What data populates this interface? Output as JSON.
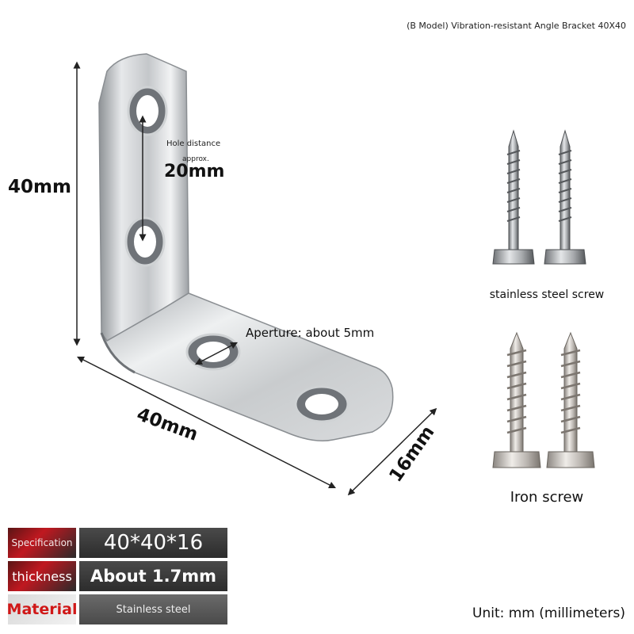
{
  "header": {
    "title": "(B Model) Vibration-resistant Angle Bracket 40X40"
  },
  "dimensions": {
    "vertical_length": "40mm",
    "horizontal_length": "40mm",
    "width": "16mm"
  },
  "hole_callout": {
    "label": "Hole distance",
    "qualifier": "approx.",
    "value": "20mm"
  },
  "aperture_callout": {
    "label": "Aperture: about 5mm"
  },
  "screws": {
    "stainless_label": "stainless steel screw",
    "iron_label": "Iron screw"
  },
  "spec_table": {
    "rows": [
      {
        "key": "Specification",
        "value": "40*40*16"
      },
      {
        "key": "thickness",
        "value": "About 1.7mm"
      },
      {
        "key": "Material",
        "value": "Stainless steel"
      }
    ]
  },
  "footer": {
    "unit": "Unit: mm (millimeters)"
  },
  "icons": [
    "angle-bracket-icon",
    "stainless-screw-icon",
    "iron-screw-icon",
    "dimension-arrow-icon"
  ]
}
